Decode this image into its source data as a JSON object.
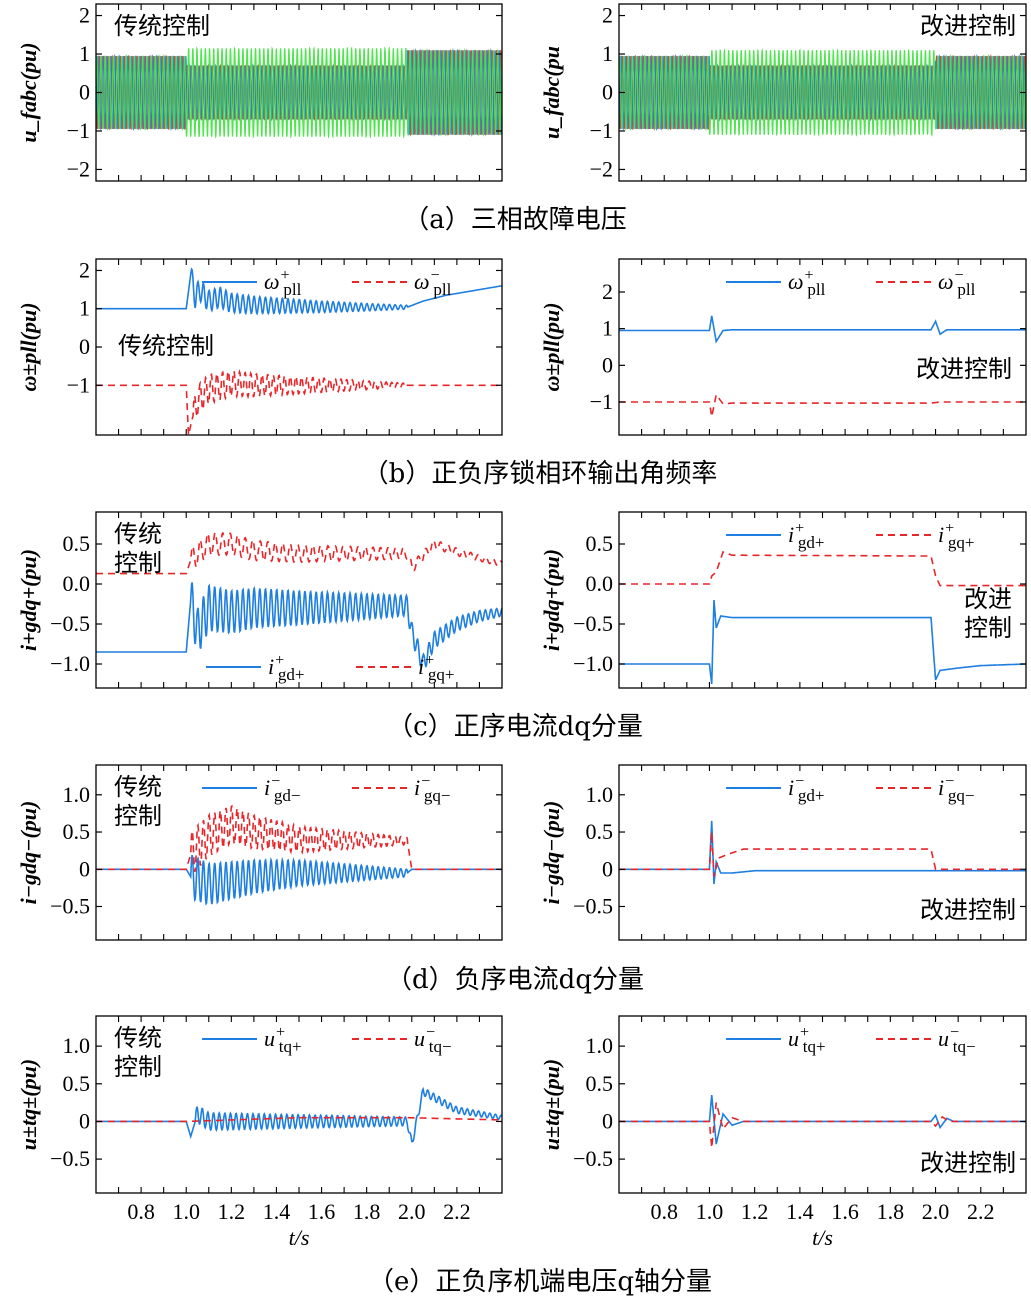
{
  "chart_data": [
    {
      "panel_id": "a-left",
      "row": 0,
      "col": 0,
      "type": "line",
      "ylabel": "u_fabc(pu)",
      "ylim": [
        -2.3,
        2.3
      ],
      "yticks": [
        2,
        1,
        0,
        -1,
        -2
      ],
      "ytick_labels": [
        "2",
        "1",
        "0",
        "−1",
        "−2"
      ],
      "xlim": [
        0.6,
        2.4
      ],
      "annotation": "传统控制",
      "annotation_pos": "top-left",
      "series": [
        {
          "color": "#e8262a",
          "pattern": "three-phase",
          "segments": [
            {
              "x": [
                0.6,
                1.0
              ],
              "amp": 0.95
            },
            {
              "x": [
                1.0,
                1.98
              ],
              "amp": 0.7
            },
            {
              "x": [
                1.98,
                2.4
              ],
              "amp": 1.1
            }
          ]
        },
        {
          "color": "#1e7fe0",
          "pattern": "three-phase",
          "segments": [
            {
              "x": [
                0.6,
                1.0
              ],
              "amp": 0.95
            },
            {
              "x": [
                1.0,
                1.98
              ],
              "amp": 0.7
            },
            {
              "x": [
                1.98,
                2.4
              ],
              "amp": 1.1
            }
          ]
        },
        {
          "color": "#3be33b",
          "pattern": "three-phase",
          "segments": [
            {
              "x": [
                0.6,
                1.0
              ],
              "amp": 0.95
            },
            {
              "x": [
                1.0,
                1.98
              ],
              "amp": 1.15
            },
            {
              "x": [
                1.98,
                2.4
              ],
              "amp": 1.1
            }
          ]
        }
      ]
    },
    {
      "panel_id": "a-right",
      "row": 0,
      "col": 1,
      "type": "line",
      "ylabel": "u_fabc(pu",
      "ylim": [
        -2.3,
        2.3
      ],
      "yticks": [
        2,
        1,
        0,
        -1,
        -2
      ],
      "ytick_labels": [
        "2",
        "1",
        "0",
        "−1",
        "−2"
      ],
      "xlim": [
        0.6,
        2.4
      ],
      "annotation": "改进控制",
      "annotation_pos": "top-right",
      "series": [
        {
          "color": "#e8262a",
          "pattern": "three-phase",
          "segments": [
            {
              "x": [
                0.6,
                1.0
              ],
              "amp": 0.95
            },
            {
              "x": [
                1.0,
                2.0
              ],
              "amp": 0.7
            },
            {
              "x": [
                2.0,
                2.4
              ],
              "amp": 0.95
            }
          ]
        },
        {
          "color": "#1e7fe0",
          "pattern": "three-phase",
          "segments": [
            {
              "x": [
                0.6,
                1.0
              ],
              "amp": 0.95
            },
            {
              "x": [
                1.0,
                2.0
              ],
              "amp": 0.7
            },
            {
              "x": [
                2.0,
                2.4
              ],
              "amp": 0.95
            }
          ]
        },
        {
          "color": "#3be33b",
          "pattern": "three-phase",
          "segments": [
            {
              "x": [
                0.6,
                1.0
              ],
              "amp": 0.95
            },
            {
              "x": [
                1.0,
                2.0
              ],
              "amp": 1.1
            },
            {
              "x": [
                2.0,
                2.4
              ],
              "amp": 0.95
            }
          ]
        }
      ]
    },
    {
      "panel_id": "b-left",
      "row": 1,
      "col": 0,
      "type": "line",
      "ylabel": "ω±pll(pu)",
      "ylim": [
        -2.3,
        2.3
      ],
      "yticks": [
        2,
        1,
        0,
        -1
      ],
      "ytick_labels": [
        "2",
        "1",
        "0",
        "−1"
      ],
      "xlim": [
        0.6,
        2.4
      ],
      "annotation": "传统控制",
      "annotation_pos": "middle-left",
      "legend_pos": "top",
      "series": [
        {
          "name": "ω+pll",
          "color": "#1e7fe0",
          "dash": "solid",
          "x": [
            0.6,
            1.0,
            1.02,
            1.04,
            1.06,
            1.1,
            1.15,
            1.2,
            1.3,
            1.4,
            1.6,
            1.8,
            1.98,
            2.05,
            2.15,
            2.25,
            2.4
          ],
          "y": [
            1.0,
            1.0,
            1.9,
            1.3,
            1.5,
            1.2,
            1.3,
            1.15,
            1.1,
            1.08,
            1.05,
            1.04,
            1.04,
            1.2,
            1.35,
            1.45,
            1.6
          ],
          "oscillation": {
            "x": [
              1.02,
              1.98
            ],
            "amp_start": 0.3,
            "amp_end": 0.05,
            "freq": 40
          }
        },
        {
          "name": "ω−pll",
          "color": "#e8262a",
          "dash": "dashed",
          "x": [
            0.6,
            1.0,
            1.01,
            1.03,
            1.05,
            1.1,
            1.2,
            1.3,
            1.5,
            1.8,
            2.4
          ],
          "y": [
            -1.0,
            -1.0,
            -2.3,
            -1.8,
            -1.4,
            -1.1,
            -0.95,
            -1.0,
            -1.0,
            -1.0,
            -1.0
          ],
          "oscillation": {
            "x": [
              1.03,
              1.98
            ],
            "amp_start": 0.4,
            "amp_end": 0.05,
            "freq": 40
          }
        }
      ]
    },
    {
      "panel_id": "b-right",
      "row": 1,
      "col": 1,
      "type": "line",
      "ylabel": "ω±pll(pu)",
      "ylim": [
        -1.9,
        2.9
      ],
      "yticks": [
        2,
        1,
        0,
        -1
      ],
      "ytick_labels": [
        "2",
        "1",
        "0",
        "−1"
      ],
      "xlim": [
        0.6,
        2.4
      ],
      "annotation": "改进控制",
      "annotation_pos": "middle-right",
      "legend_pos": "top",
      "series": [
        {
          "name": "ω+pll",
          "color": "#1e7fe0",
          "dash": "solid",
          "x": [
            0.6,
            1.0,
            1.01,
            1.03,
            1.06,
            1.1,
            1.98,
            2.0,
            2.02,
            2.05,
            2.4
          ],
          "y": [
            0.95,
            0.95,
            1.35,
            0.65,
            0.95,
            0.97,
            0.97,
            1.2,
            0.85,
            0.97,
            0.97
          ]
        },
        {
          "name": "ω−pll",
          "color": "#e8262a",
          "dash": "dashed",
          "x": [
            0.6,
            1.0,
            1.01,
            1.03,
            1.06,
            1.1,
            1.98,
            2.02,
            2.4
          ],
          "y": [
            -1.0,
            -1.0,
            -1.4,
            -0.8,
            -1.05,
            -1.03,
            -1.03,
            -1.0,
            -1.0
          ]
        }
      ]
    },
    {
      "panel_id": "c-left",
      "row": 2,
      "col": 0,
      "type": "line",
      "ylabel": "i+gdq+(pu)",
      "ylim": [
        -1.3,
        0.9
      ],
      "yticks": [
        0.5,
        0.0,
        -0.5,
        -1.0
      ],
      "ytick_labels": [
        "0.5",
        "0.0",
        "−0.5",
        "−1.0"
      ],
      "xlim": [
        0.6,
        2.4
      ],
      "annotation": "传统\n控制",
      "annotation_pos": "top-left",
      "legend_pos": "bottom",
      "series": [
        {
          "name": "i+gd+",
          "color": "#1e7fe0",
          "dash": "solid",
          "x": [
            0.6,
            1.0,
            1.02,
            1.05,
            1.1,
            1.2,
            1.3,
            1.5,
            1.98,
            2.0,
            2.05,
            2.1,
            2.2,
            2.3,
            2.4
          ],
          "y": [
            -0.85,
            -0.85,
            -0.2,
            -0.6,
            -0.3,
            -0.35,
            -0.3,
            -0.3,
            -0.27,
            -0.6,
            -1.0,
            -0.7,
            -0.5,
            -0.4,
            -0.35
          ],
          "oscillation": {
            "x": [
              1.02,
              2.4
            ],
            "amp_start": 0.3,
            "amp_end": 0.05,
            "freq": 40
          }
        },
        {
          "name": "i+gq+",
          "color": "#e8262a",
          "dash": "dashed",
          "x": [
            0.6,
            1.0,
            1.02,
            1.1,
            1.2,
            1.3,
            1.5,
            1.98,
            2.0,
            2.1,
            2.2,
            2.4
          ],
          "y": [
            0.13,
            0.13,
            0.3,
            0.5,
            0.5,
            0.42,
            0.38,
            0.38,
            0.2,
            0.5,
            0.4,
            0.25
          ],
          "oscillation": {
            "x": [
              1.02,
              2.4
            ],
            "amp_start": 0.15,
            "amp_end": 0.03,
            "freq": 30
          }
        }
      ]
    },
    {
      "panel_id": "c-right",
      "row": 2,
      "col": 1,
      "type": "line",
      "ylabel": "i+gdq+(pu)",
      "ylim": [
        -1.3,
        0.9
      ],
      "yticks": [
        0.5,
        0.0,
        -0.5,
        -1.0
      ],
      "ytick_labels": [
        "0.5",
        "0.0",
        "−0.5",
        "−1.0"
      ],
      "xlim": [
        0.6,
        2.4
      ],
      "annotation": "改进\n控制",
      "annotation_pos": "middle-right",
      "legend_pos": "top",
      "series": [
        {
          "name": "i+gd+",
          "color": "#1e7fe0",
          "dash": "solid",
          "x": [
            0.6,
            1.0,
            1.01,
            1.02,
            1.03,
            1.05,
            1.1,
            1.98,
            2.0,
            2.02,
            2.1,
            2.2,
            2.4
          ],
          "y": [
            -1.0,
            -1.0,
            -1.25,
            -0.2,
            -0.55,
            -0.4,
            -0.42,
            -0.42,
            -1.2,
            -1.08,
            -1.05,
            -1.02,
            -1.0
          ]
        },
        {
          "name": "i+gq+",
          "color": "#e8262a",
          "dash": "dashed",
          "x": [
            0.6,
            1.0,
            1.01,
            1.03,
            1.06,
            1.1,
            1.98,
            2.0,
            2.02,
            2.4
          ],
          "y": [
            0.0,
            0.0,
            0.1,
            0.15,
            0.4,
            0.36,
            0.35,
            0.1,
            -0.02,
            -0.02
          ]
        }
      ]
    },
    {
      "panel_id": "d-left",
      "row": 3,
      "col": 0,
      "type": "line",
      "ylabel": "i−gdq−(pu)",
      "ylim": [
        -0.95,
        1.4
      ],
      "yticks": [
        1.0,
        0.5,
        0,
        -0.5
      ],
      "ytick_labels": [
        "1.0",
        "0.5",
        "0",
        "−0.5"
      ],
      "xlim": [
        0.6,
        2.4
      ],
      "annotation": "传统\n控制",
      "annotation_pos": "top-left",
      "legend_pos": "top",
      "series": [
        {
          "name": "i−gd−",
          "color": "#1e7fe0",
          "dash": "solid",
          "x": [
            0.6,
            1.0,
            1.02,
            1.1,
            1.2,
            1.3,
            1.5,
            1.98,
            2.0,
            2.4
          ],
          "y": [
            0.0,
            0.0,
            -0.1,
            -0.2,
            -0.15,
            -0.1,
            -0.05,
            -0.05,
            0.0,
            0.0
          ],
          "oscillation": {
            "x": [
              1.02,
              1.98
            ],
            "amp_start": 0.3,
            "amp_end": 0.05,
            "freq": 40
          }
        },
        {
          "name": "i−gq−",
          "color": "#e8262a",
          "dash": "dashed",
          "x": [
            0.6,
            1.0,
            1.02,
            1.1,
            1.2,
            1.3,
            1.5,
            1.98,
            2.0,
            2.4
          ],
          "y": [
            0.0,
            0.0,
            0.2,
            0.45,
            0.6,
            0.5,
            0.4,
            0.38,
            0.0,
            0.0
          ],
          "oscillation": {
            "x": [
              1.02,
              1.98
            ],
            "amp_start": 0.3,
            "amp_end": 0.05,
            "freq": 40
          }
        }
      ]
    },
    {
      "panel_id": "d-right",
      "row": 3,
      "col": 1,
      "type": "line",
      "ylabel": "i−gdq−(pu)",
      "ylim": [
        -0.95,
        1.4
      ],
      "yticks": [
        1.0,
        0.5,
        0,
        -0.5
      ],
      "ytick_labels": [
        "1.0",
        "0.5",
        "0",
        "−0.5"
      ],
      "xlim": [
        0.6,
        2.4
      ],
      "annotation": "改进控制",
      "annotation_pos": "bottom-right",
      "legend_pos": "top",
      "series": [
        {
          "name": "i−gd+",
          "color": "#1e7fe0",
          "dash": "solid",
          "x": [
            0.6,
            1.0,
            1.01,
            1.02,
            1.03,
            1.05,
            1.1,
            1.2,
            2.4
          ],
          "y": [
            0.0,
            0.0,
            0.65,
            -0.2,
            0.1,
            -0.05,
            -0.05,
            -0.02,
            -0.02
          ]
        },
        {
          "name": "i−gq−",
          "color": "#e8262a",
          "dash": "dashed",
          "x": [
            0.6,
            1.0,
            1.01,
            1.02,
            1.04,
            1.08,
            1.15,
            1.98,
            2.0,
            2.4
          ],
          "y": [
            0.0,
            0.0,
            0.5,
            -0.1,
            0.15,
            0.2,
            0.27,
            0.27,
            0.0,
            0.0
          ]
        }
      ]
    },
    {
      "panel_id": "e-left",
      "row": 4,
      "col": 0,
      "type": "line",
      "ylabel": "u±tq±(pu)",
      "ylim": [
        -0.95,
        1.4
      ],
      "yticks": [
        1.0,
        0.5,
        0,
        -0.5
      ],
      "ytick_labels": [
        "1.0",
        "0.5",
        "0",
        "−0.5"
      ],
      "xlim": [
        0.6,
        2.4
      ],
      "xticks": [
        0.8,
        1.0,
        1.2,
        1.4,
        1.6,
        1.8,
        2.0,
        2.2
      ],
      "xtick_labels": [
        "0.8",
        "1.0",
        "1.2",
        "1.4",
        "1.6",
        "1.8",
        "2.0",
        "2.2"
      ],
      "xlabel": "t/s",
      "annotation": "传统\n控制",
      "annotation_pos": "top-left",
      "legend_pos": "top",
      "series": [
        {
          "name": "u+tq+",
          "color": "#1e7fe0",
          "dash": "solid",
          "x": [
            0.6,
            1.0,
            1.02,
            1.05,
            1.1,
            1.5,
            1.98,
            2.0,
            2.05,
            2.2,
            2.4
          ],
          "y": [
            0.0,
            0.0,
            -0.2,
            0.1,
            0.0,
            0.0,
            0.0,
            -0.3,
            0.4,
            0.15,
            0.05
          ],
          "oscillation": {
            "x": [
              1.04,
              2.4
            ],
            "amp_start": 0.12,
            "amp_end": 0.03,
            "freq": 40
          }
        },
        {
          "name": "u−tq−",
          "color": "#e8262a",
          "dash": "dashed",
          "x": [
            0.6,
            1.0,
            1.5,
            1.98,
            2.4
          ],
          "y": [
            0.0,
            0.0,
            0.05,
            0.05,
            0.02
          ]
        }
      ]
    },
    {
      "panel_id": "e-right",
      "row": 4,
      "col": 1,
      "type": "line",
      "ylabel": "u±tq±(pu)",
      "ylim": [
        -0.95,
        1.4
      ],
      "yticks": [
        1.0,
        0.5,
        0,
        -0.5
      ],
      "ytick_labels": [
        "1.0",
        "0.5",
        "0",
        "−0.5"
      ],
      "xlim": [
        0.6,
        2.4
      ],
      "xticks": [
        0.8,
        1.0,
        1.2,
        1.4,
        1.6,
        1.8,
        2.0,
        2.2
      ],
      "xtick_labels": [
        "0.8",
        "1.0",
        "1.2",
        "1.4",
        "1.6",
        "1.8",
        "2.0",
        "2.2"
      ],
      "xlabel": "t/s",
      "annotation": "改进控制",
      "annotation_pos": "bottom-right",
      "legend_pos": "top",
      "series": [
        {
          "name": "u+tq+",
          "color": "#1e7fe0",
          "dash": "solid",
          "x": [
            0.6,
            1.0,
            1.01,
            1.03,
            1.06,
            1.1,
            1.15,
            1.98,
            2.0,
            2.02,
            2.05,
            2.08,
            2.4
          ],
          "y": [
            0.0,
            0.0,
            0.35,
            -0.3,
            0.1,
            -0.05,
            0.0,
            0.0,
            0.08,
            -0.08,
            0.04,
            0.0,
            0.0
          ]
        },
        {
          "name": "u−tq−",
          "color": "#e8262a",
          "dash": "dashed",
          "x": [
            0.6,
            1.0,
            1.01,
            1.03,
            1.06,
            1.1,
            1.15,
            1.98,
            2.0,
            2.03,
            2.06,
            2.4
          ],
          "y": [
            0.0,
            0.0,
            -0.35,
            0.25,
            -0.1,
            0.05,
            0.0,
            0.0,
            -0.06,
            0.06,
            0.0,
            0.0
          ]
        }
      ]
    }
  ],
  "captions": [
    "（a）三相故障电压",
    "（b）正负序锁相环输出角频率",
    "（c）正序电流dq分量",
    "（d）负序电流dq分量",
    "（e）正负序机端电压q轴分量"
  ],
  "colors": {
    "red": "#e8262a",
    "blue": "#1e7fe0",
    "green": "#3be33b",
    "axis": "#000000"
  }
}
